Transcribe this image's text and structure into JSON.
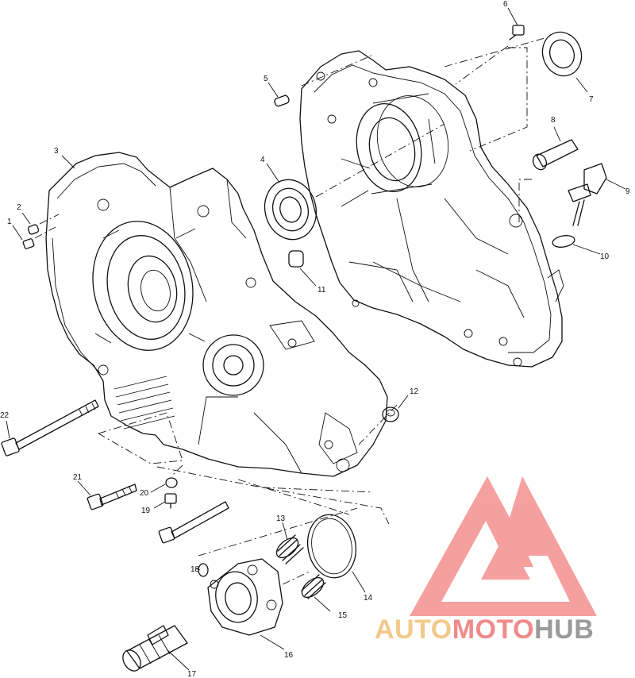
{
  "diagram": {
    "callouts": [
      {
        "id": "c1",
        "text": "1"
      },
      {
        "id": "c2",
        "text": "2"
      },
      {
        "id": "c3",
        "text": "3"
      },
      {
        "id": "c4",
        "text": "4"
      },
      {
        "id": "c5",
        "text": "5"
      },
      {
        "id": "c6",
        "text": "6"
      },
      {
        "id": "c7",
        "text": "7"
      },
      {
        "id": "c8",
        "text": "8"
      },
      {
        "id": "c9",
        "text": "9"
      },
      {
        "id": "c10",
        "text": "10"
      },
      {
        "id": "c11",
        "text": "11"
      },
      {
        "id": "c12",
        "text": "12"
      },
      {
        "id": "c13",
        "text": "13"
      },
      {
        "id": "c14",
        "text": "14"
      },
      {
        "id": "c15",
        "text": "15"
      },
      {
        "id": "c16",
        "text": "16"
      },
      {
        "id": "c17",
        "text": "17"
      },
      {
        "id": "c18",
        "text": "18"
      },
      {
        "id": "c19",
        "text": "19"
      },
      {
        "id": "c20",
        "text": "20"
      },
      {
        "id": "c21",
        "text": "21"
      },
      {
        "id": "c22",
        "text": "22"
      }
    ]
  },
  "watermark": {
    "word_auto": "AUTO",
    "word_moto": "MOTO",
    "word_hub": "HUB",
    "colors": {
      "auto": "#f3c98a",
      "moto": "#f08a8a",
      "hub": "#9a9a9a",
      "logo": "#f58f8f"
    }
  }
}
